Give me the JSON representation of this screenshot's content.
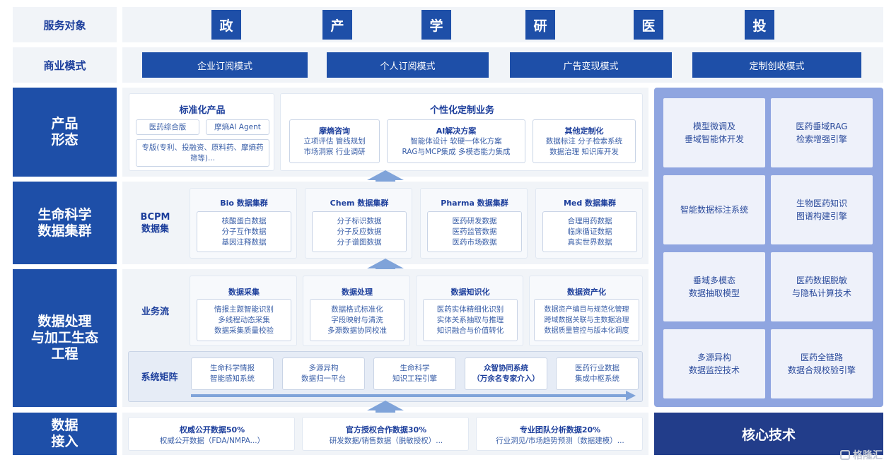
{
  "rows": {
    "service": {
      "label": "服务对象",
      "items": [
        "政",
        "产",
        "学",
        "研",
        "医",
        "投"
      ]
    },
    "business": {
      "label": "商业模式",
      "items": [
        "企业订阅模式",
        "个人订阅模式",
        "广告变现模式",
        "定制创收模式"
      ]
    },
    "product": {
      "label": "产品\n形态",
      "standard": {
        "title": "标准化产品",
        "tags": [
          "医药综合版",
          "摩熵AI Agent"
        ],
        "note": "专版(专利、投融资、原料药、摩熵药\n筛等)..."
      },
      "custom": {
        "title": "个性化定制业务",
        "groups": [
          {
            "title": "摩熵咨询",
            "text": "立项评估  管线规划\n市场洞察  行业调研"
          },
          {
            "title": "AI解决方案",
            "text": "智能体设计        软硬一体化方案\nRAG与MCP集成  多模态能力集成"
          },
          {
            "title": "其他定制化",
            "text": "数据标注  分子检索系统\n数据治理  知识库开发"
          }
        ]
      }
    },
    "life": {
      "label": "生命科学\n数据集群",
      "side": "BCPM\n数据集",
      "clusters": [
        {
          "title": "Bio 数据集群",
          "text": "核酸蛋白数据\n分子互作数据\n基因注释数据"
        },
        {
          "title": "Chem 数据集群",
          "text": "分子标识数据\n分子反应数据\n分子谱图数据"
        },
        {
          "title": "Pharma 数据集群",
          "text": "医药研发数据\n医药监管数据\n医药市场数据"
        },
        {
          "title": "Med 数据集群",
          "text": "合理用药数据\n临床循证数据\n真实世界数据"
        }
      ]
    },
    "processing": {
      "label": "数据处理\n与加工生态\n工程",
      "side": "业务流",
      "flows": [
        {
          "title": "数据采集",
          "text": "情报主题智能识别\n多线程动态采集\n数据采集质量校验"
        },
        {
          "title": "数据处理",
          "text": "数据格式标准化\n字段映射与清洗\n多源数据协同校准"
        },
        {
          "title": "数据知识化",
          "text": "医药实体精细化识别\n实体关系抽取与推理\n知识融合与价值转化"
        },
        {
          "title": "数据资产化",
          "text": "数据资产编目与规范化管理\n跨域数据关联与主数据治理\n数据质量管控与版本化调度"
        }
      ],
      "matrix_label": "系统矩阵",
      "matrix": [
        "生命科学情报\n智能感知系统",
        "多源异构\n数据归一平台",
        "生命科学\n知识工程引擎",
        "众智协同系统\n（万余名专家介入）",
        "医药行业数据\n集成中枢系统"
      ]
    },
    "access": {
      "label": "数据\n接入",
      "sources": [
        {
          "title": "权威公开数据50%",
          "text": "权威公开数据（FDA/NMPA...）"
        },
        {
          "title": "官方授权合作数据30%",
          "text": "研发数据/销售数据（脱敏授权）..."
        },
        {
          "title": "专业团队分析数据20%",
          "text": "行业洞见/市场趋势预测（数据建模）..."
        }
      ]
    }
  },
  "core": {
    "label": "核心技术",
    "items": [
      "模型微调及\n垂域智能体开发",
      "医药垂域RAG\n检索增强引擎",
      "智能数据标注系统",
      "生物医药知识\n图谱构建引擎",
      "垂域多模态\n数据抽取模型",
      "医药数据脱敏\n与隐私计算技术",
      "多源异构\n数据监控技术",
      "医药全链路\n数据合规校验引擎"
    ]
  },
  "watermark": "格隆汇",
  "colors": {
    "primary": "#1e4fa8",
    "row_bg": "#f1f4f8",
    "core_bg": "#8fa5e0",
    "core_card": "#eef1fa",
    "arrow": "#7fa3d9"
  }
}
